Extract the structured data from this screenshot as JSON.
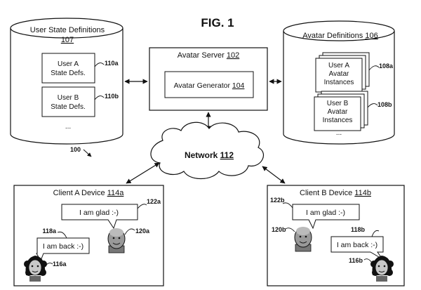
{
  "figure": {
    "title": "FIG. 1",
    "system_ref": "100"
  },
  "user_state_definitions": {
    "title": "User State Definitions",
    "ref": "107",
    "entries": [
      {
        "line1": "User A",
        "line2": "State Defs.",
        "ref": "110a"
      },
      {
        "line1": "User B",
        "line2": "State Defs.",
        "ref": "110b"
      }
    ],
    "ellipsis": "..."
  },
  "avatar_server": {
    "title": "Avatar Server",
    "ref": "102",
    "generator_label": "Avatar Generator",
    "generator_ref": "104"
  },
  "avatar_definitions": {
    "title": "Avatar Definitions",
    "ref": "106",
    "entries": [
      {
        "line1": "User A",
        "line2": "Avatar",
        "line3": "Instances",
        "ref": "108a"
      },
      {
        "line1": "User B",
        "line2": "Avatar",
        "line3": "Instances",
        "ref": "108b"
      }
    ],
    "ellipsis": "..."
  },
  "network": {
    "label": "Network",
    "ref": "112"
  },
  "client_a": {
    "title": "Client A Device",
    "ref": "114a",
    "bubble_glad": "I am glad :-)",
    "bubble_glad_ref": "122a",
    "bubble_back": "I am back :-)",
    "bubble_back_ref": "118a",
    "avatar_bald_ref": "120a",
    "avatar_hair_ref": "116a"
  },
  "client_b": {
    "title": "Client B Device",
    "ref": "114b",
    "bubble_glad": "I am glad :-)",
    "bubble_glad_ref": "122b",
    "bubble_back": "I am back :-)",
    "bubble_back_ref": "118b",
    "avatar_bald_ref": "120b",
    "avatar_hair_ref": "116b"
  }
}
